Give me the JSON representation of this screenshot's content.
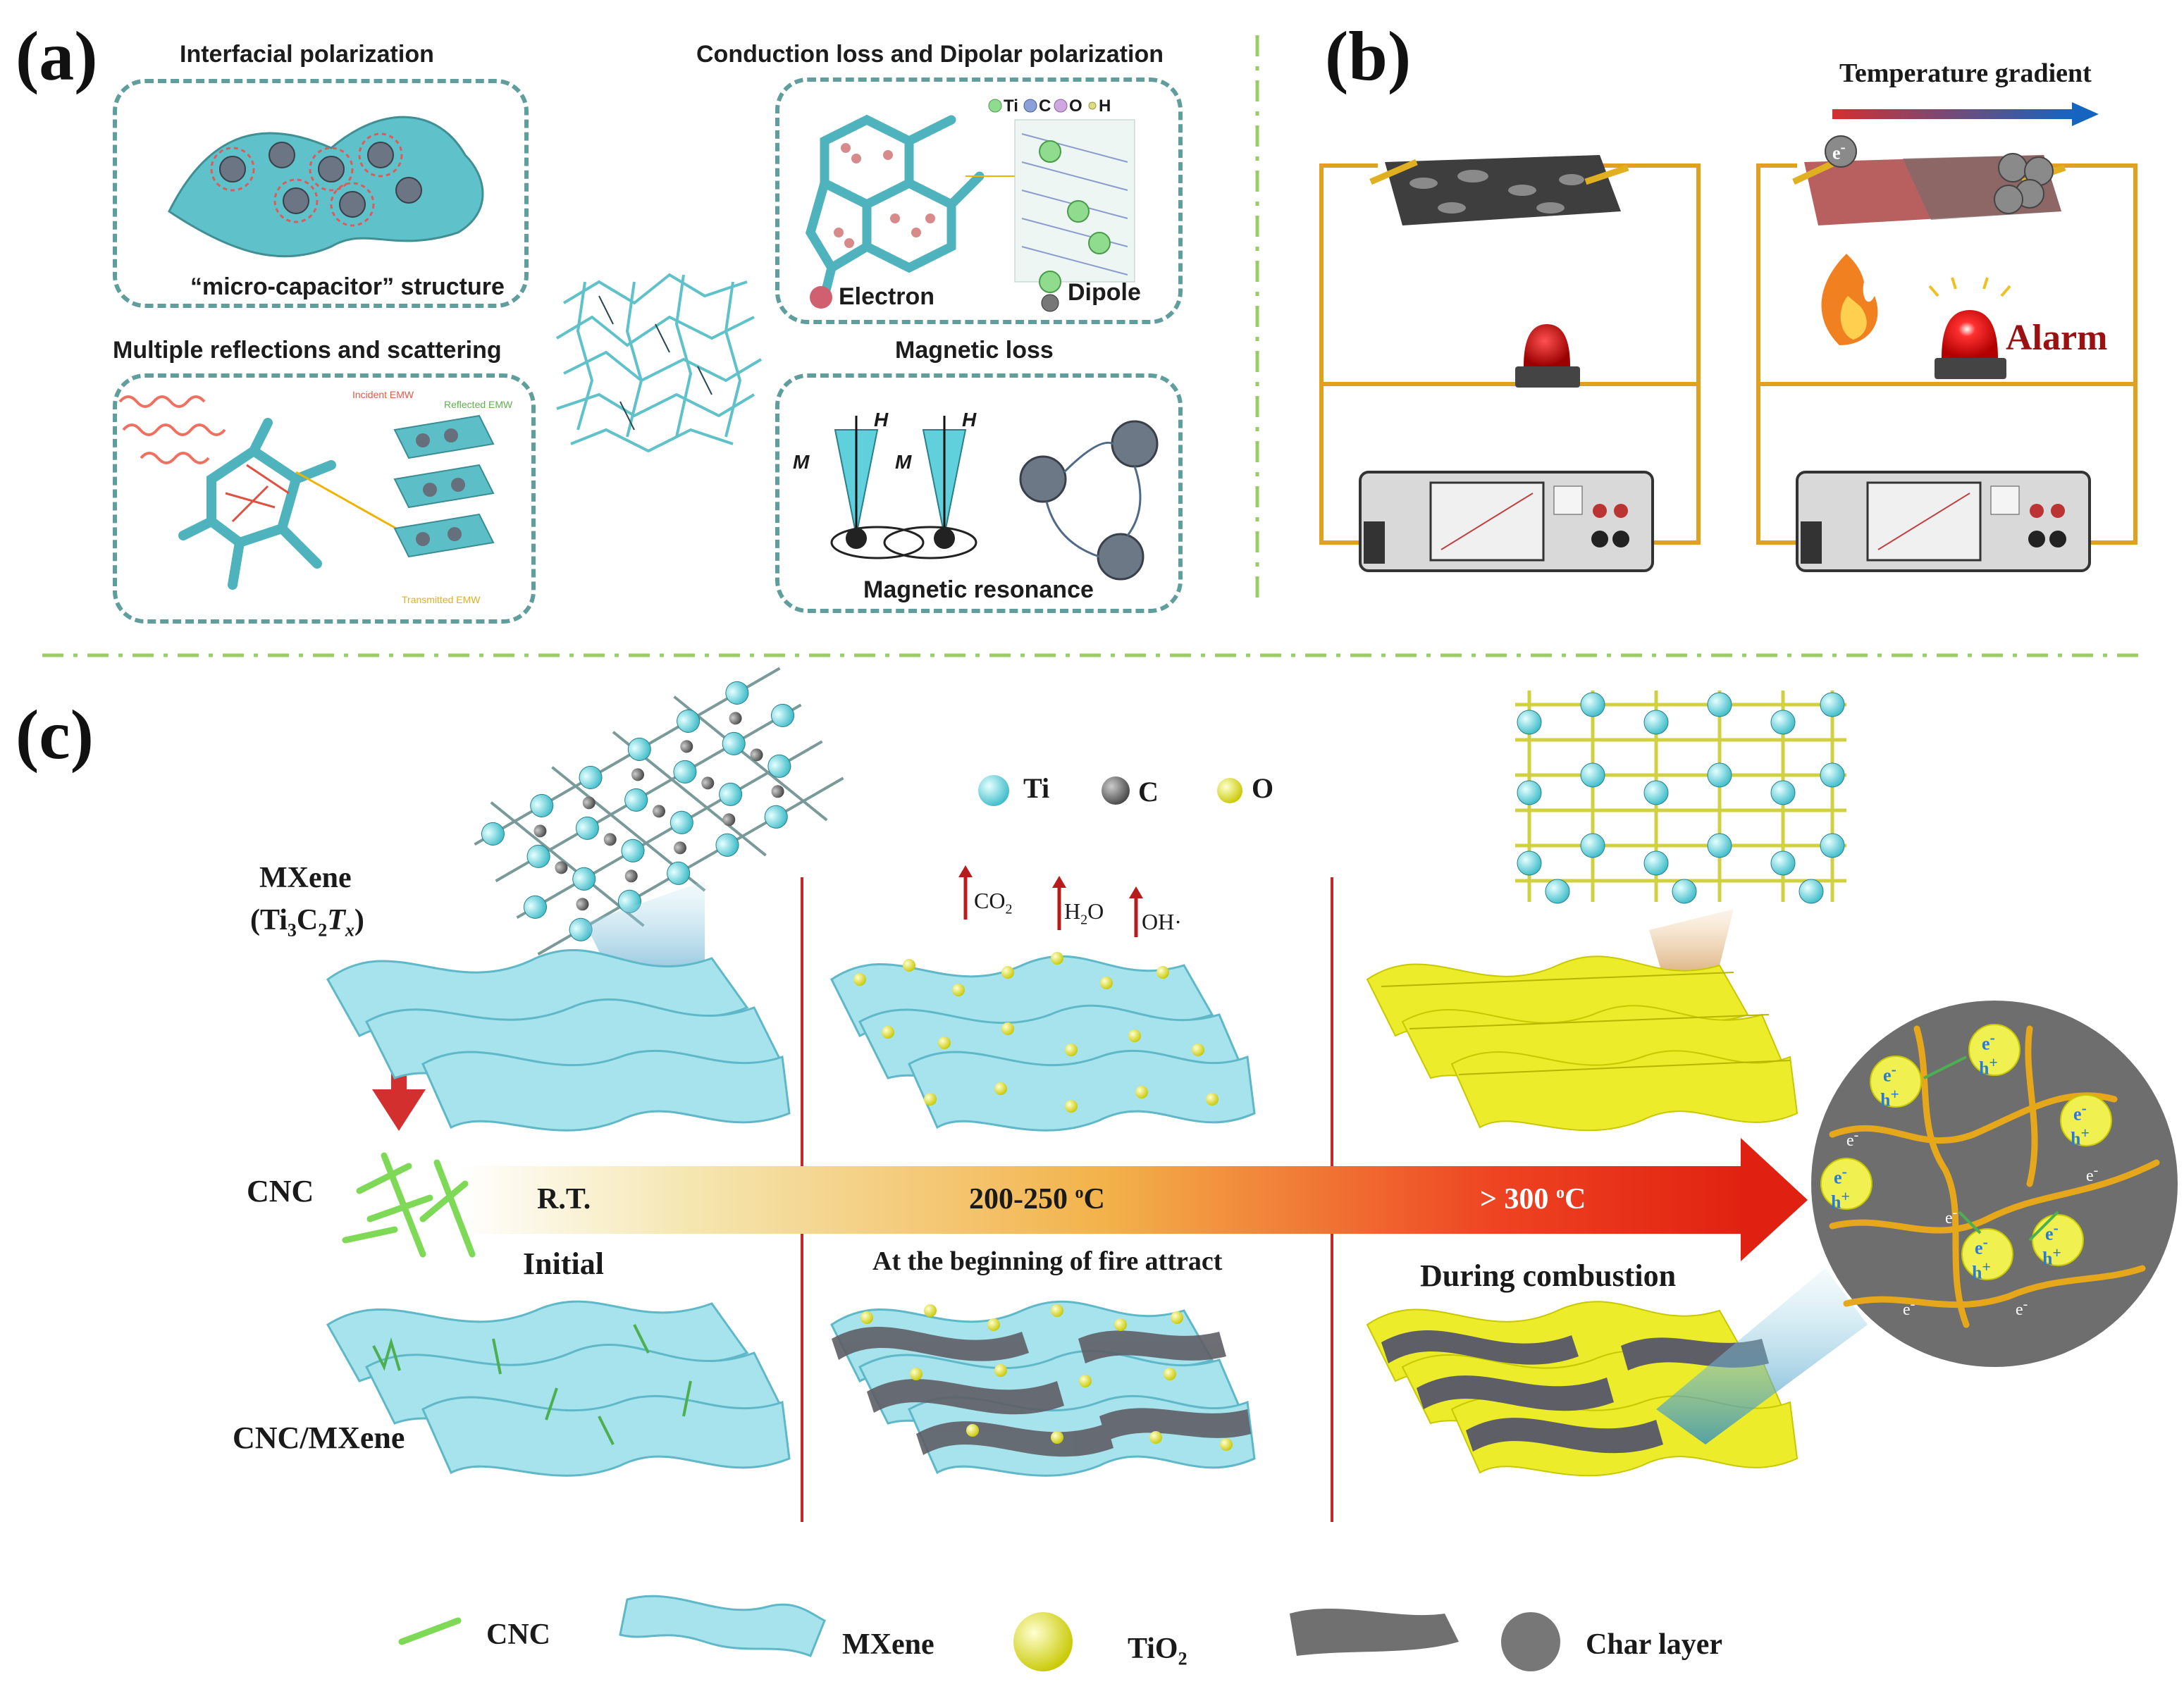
{
  "panel_a": {
    "label": "(a)",
    "interfacial": {
      "title": "Interfacial polarization",
      "caption": "“micro-capacitor” structure"
    },
    "reflections": {
      "title": "Multiple reflections and scattering",
      "incident": "Incident EMW",
      "reflected": "Reflected EMW",
      "transmitted": "Transmitted EMW"
    },
    "conduction": {
      "title": "Conduction loss and Dipolar polarization",
      "electron": "Electron",
      "dipole": "Dipole",
      "legend": [
        "Ti",
        "C",
        "O",
        "H"
      ]
    },
    "magnetic": {
      "title": "Magnetic loss",
      "caption": "Magnetic resonance",
      "M": "M",
      "H": "H"
    }
  },
  "panel_b": {
    "label": "(b)",
    "gradient": "Temperature gradient",
    "alarm": "Alarm",
    "electron": "e",
    "electron_sup": "-"
  },
  "panel_c": {
    "label": "(c)",
    "legend_top": {
      "ti": "Ti",
      "c": "C",
      "o": "O"
    },
    "mxene_label": "MXene",
    "mxene_formula": {
      "open": "(Ti",
      "sub3": "3",
      "c": "C",
      "sub2": "2",
      "t": "T",
      "subx": "x",
      "close": ")"
    },
    "cnc": "CNC",
    "cnc_mxene": "CNC/MXene",
    "stage_rt": "R.T.",
    "stage_mid": "200-250",
    "stage_mid_unit": "C",
    "stage_high": "> 300",
    "stage_high_unit": "C",
    "degree": "o",
    "initial": "Initial",
    "beginning": "At the beginning of fire attract",
    "combustion": "During combustion",
    "gas": {
      "co2": "CO",
      "co2_sub": "2",
      "h2o_h": "H",
      "h2o_sub": "2",
      "h2o_o": "O",
      "oh": "OH·"
    },
    "carrier": {
      "e": "e",
      "e_sup": "-",
      "h": "h",
      "h_sup": "+"
    },
    "legend_bottom": {
      "cnc": "CNC",
      "mxene": "MXene",
      "tio2": "TiO",
      "tio2_sub": "2",
      "char": "Char layer"
    }
  },
  "colors": {
    "teal": "#5fcfd9",
    "dash": "#5f9e9c",
    "green_dash": "#9ccc65",
    "red_line": "#c62828",
    "yellow": "#f0f018",
    "orange_wire": "#e0a020",
    "char_gray": "#6e6e6e"
  }
}
